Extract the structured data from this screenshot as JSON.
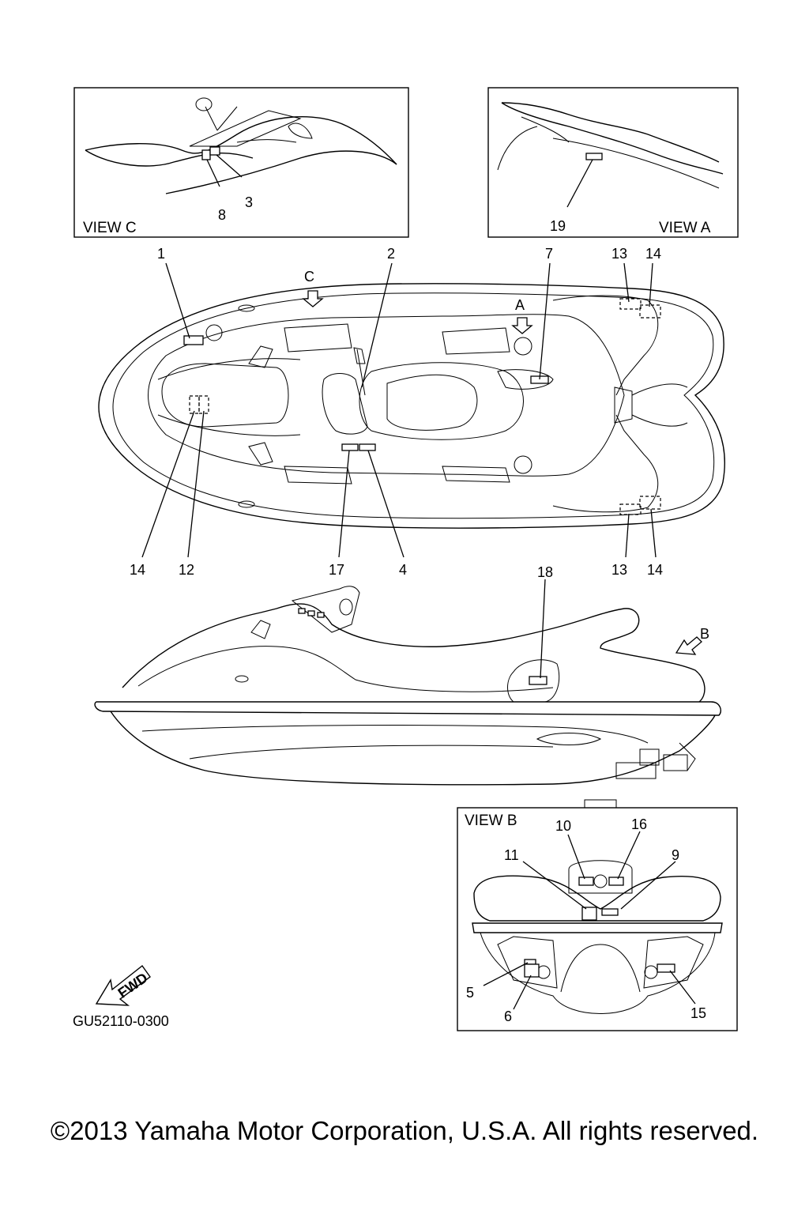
{
  "views": {
    "view_c": "VIEW C",
    "view_a": "VIEW A",
    "view_b": "VIEW B"
  },
  "arrows": {
    "c": "C",
    "a": "A",
    "b": "B"
  },
  "callouts": {
    "top_view": {
      "n1": "1",
      "n2": "2",
      "n7": "7",
      "n13a": "13",
      "n14a": "14",
      "n14b": "14",
      "n12": "12",
      "n17": "17",
      "n4": "4",
      "n13b": "13",
      "n14c": "14"
    },
    "view_c": {
      "n8": "8",
      "n3": "3"
    },
    "view_a": {
      "n19": "19"
    },
    "side_view": {
      "n18": "18"
    },
    "view_b": {
      "n10": "10",
      "n16": "16",
      "n11": "11",
      "n9": "9",
      "n5": "5",
      "n6": "6",
      "n15": "15"
    }
  },
  "fwd_label": "FWD",
  "part_code": "GU52110-0300",
  "copyright": "©2013 Yamaha Motor Corporation, U.S.A. All rights reserved."
}
